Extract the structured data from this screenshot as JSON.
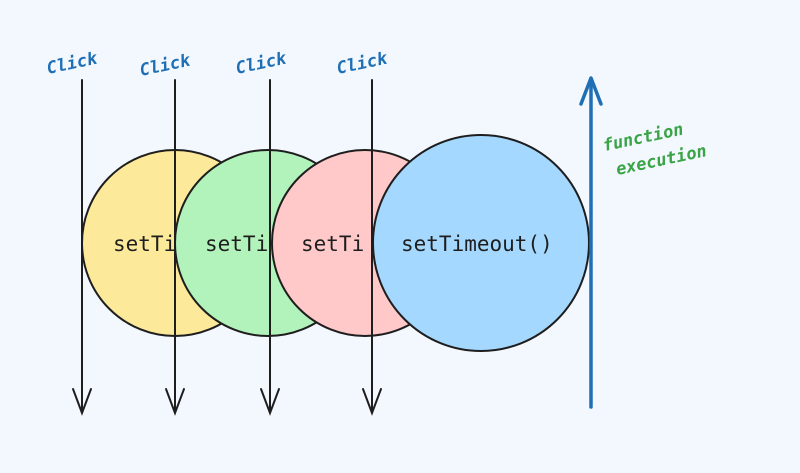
{
  "colors": {
    "background": "#f3f8fe",
    "stroke": "#1e1e1e",
    "click_text": "#1f6fb5",
    "execution_arrow": "#1f6fb5",
    "execution_text": "#3aa447"
  },
  "timeouts": [
    {
      "label": "setTi",
      "fill": "#fde99a"
    },
    {
      "label": "setTi",
      "fill": "#b2f2bb"
    },
    {
      "label": "setTi",
      "fill": "#ffc9c9"
    },
    {
      "label": "setTimeout()",
      "fill": "#a5d8ff"
    }
  ],
  "clicks": [
    {
      "label": "Click"
    },
    {
      "label": "Click"
    },
    {
      "label": "Click"
    },
    {
      "label": "Click"
    }
  ],
  "execution": {
    "line1": "function",
    "line2": "execution"
  }
}
